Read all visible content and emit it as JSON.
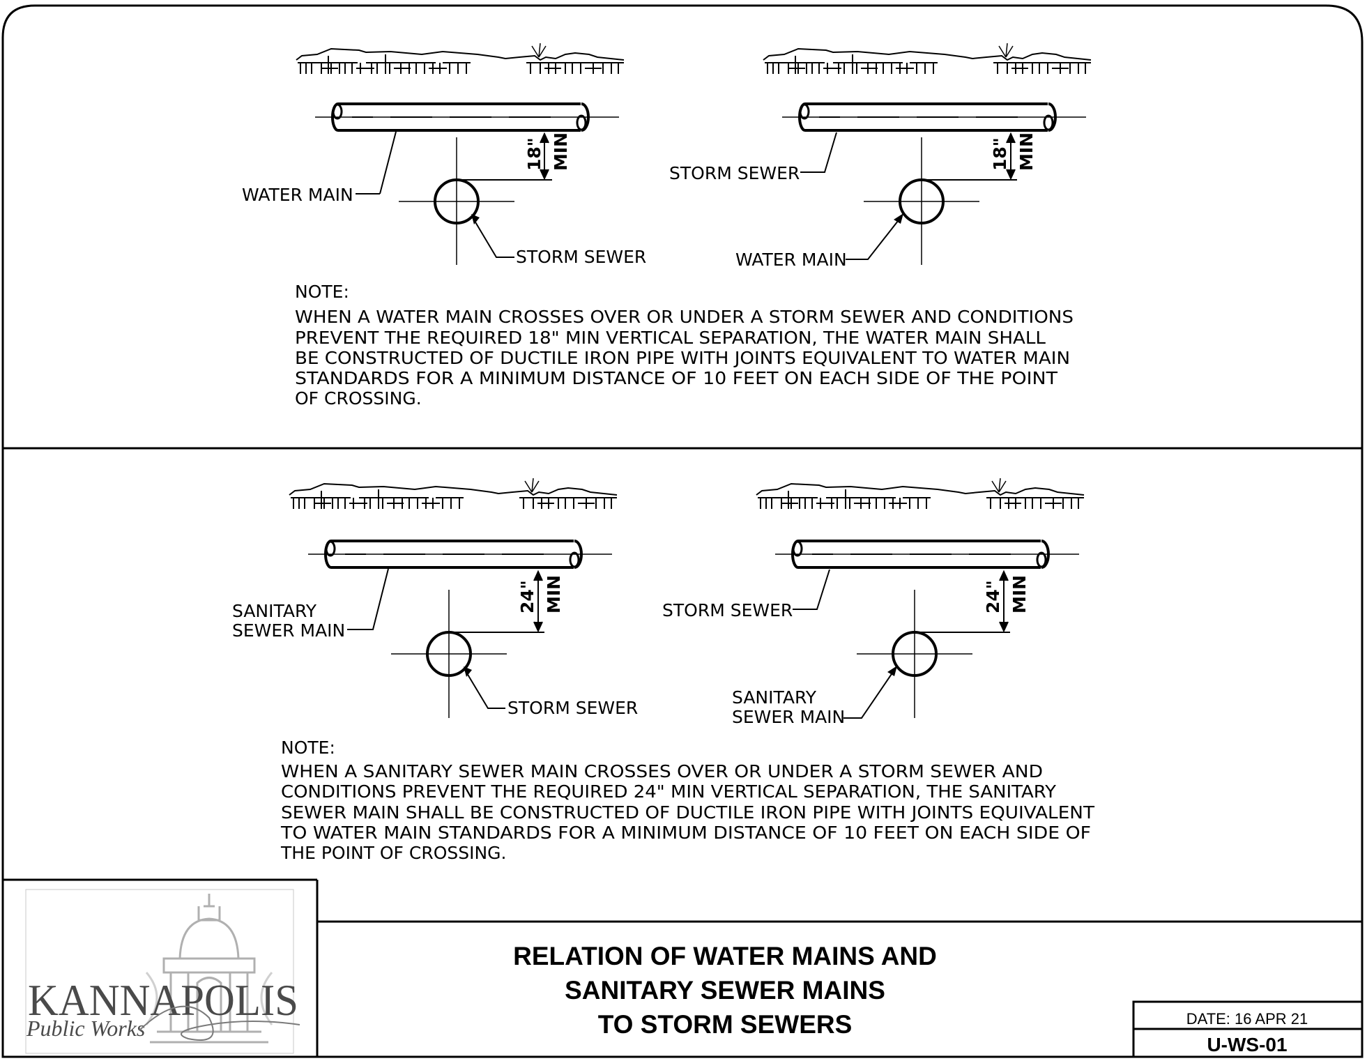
{
  "diagram_top": {
    "left": {
      "upper_pipe_label": "WATER MAIN",
      "lower_pipe_label": "STORM SEWER",
      "separation_value": "18\"",
      "separation_unit": "MIN"
    },
    "right": {
      "upper_pipe_label": "STORM SEWER",
      "lower_pipe_label": "WATER MAIN",
      "separation_value": "18\"",
      "separation_unit": "MIN"
    },
    "note_heading": "NOTE:",
    "note_lines": [
      "WHEN A WATER MAIN CROSSES OVER OR UNDER A STORM SEWER AND CONDITIONS",
      "PREVENT THE REQUIRED 18\" MIN VERTICAL SEPARATION, THE WATER MAIN SHALL",
      "BE CONSTRUCTED OF DUCTILE IRON PIPE WITH JOINTS EQUIVALENT TO WATER MAIN",
      "STANDARDS FOR A MINIMUM DISTANCE OF 10 FEET ON EACH SIDE OF THE POINT",
      "OF CROSSING."
    ]
  },
  "diagram_bottom": {
    "left": {
      "upper_pipe_label_line1": "SANITARY",
      "upper_pipe_label_line2": "SEWER MAIN",
      "lower_pipe_label": "STORM SEWER",
      "separation_value": "24\"",
      "separation_unit": "MIN"
    },
    "right": {
      "upper_pipe_label": "STORM SEWER",
      "lower_pipe_label_line1": "SANITARY",
      "lower_pipe_label_line2": "SEWER MAIN",
      "separation_value": "24\"",
      "separation_unit": "MIN"
    },
    "note_heading": "NOTE:",
    "note_lines": [
      "WHEN A SANITARY SEWER MAIN CROSSES OVER OR UNDER A STORM SEWER AND",
      "CONDITIONS PREVENT THE REQUIRED 24\" MIN VERTICAL SEPARATION, THE SANITARY",
      "SEWER MAIN SHALL BE CONSTRUCTED OF DUCTILE IRON PIPE WITH JOINTS EQUIVALENT",
      "TO WATER MAIN STANDARDS FOR A MINIMUM DISTANCE OF 10 FEET ON EACH SIDE OF",
      "THE POINT OF CROSSING."
    ]
  },
  "title_block": {
    "title_lines": [
      "RELATION OF WATER MAINS AND",
      "SANITARY SEWER MAINS",
      "TO STORM SEWERS"
    ],
    "date": "DATE: 16 APR 21",
    "drawing_number": "U-WS-01"
  },
  "logo": {
    "name": "KANNAPOLIS",
    "subtitle": "Public Works"
  },
  "colors": {
    "ink": "#000000",
    "logo_gray": "#4a4a4a",
    "paper": "#ffffff"
  }
}
